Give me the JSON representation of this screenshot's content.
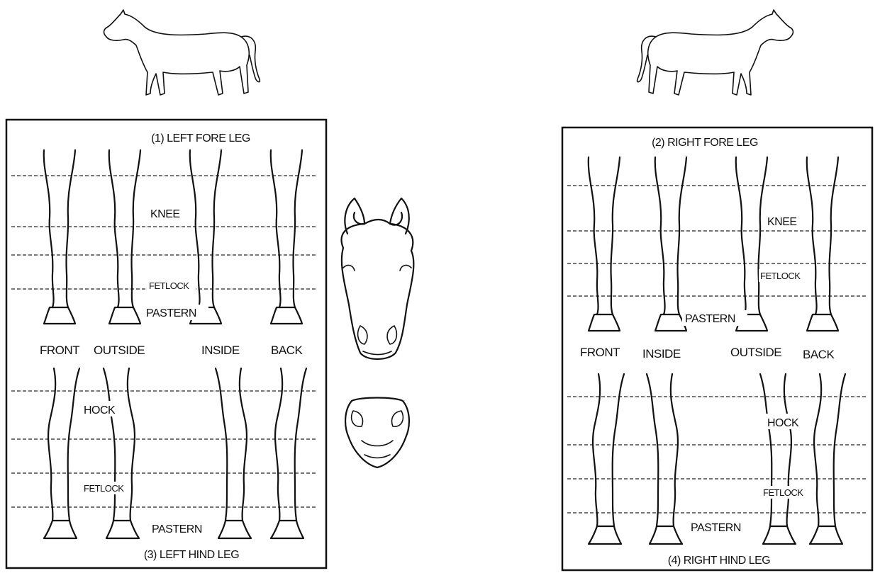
{
  "panels": {
    "left_fore": {
      "title": "(1) LEFT FORE LEG",
      "labels": {
        "knee": "KNEE",
        "fetlock": "FETLOCK",
        "pastern": "PASTERN"
      }
    },
    "right_fore": {
      "title": "(2) RIGHT FORE LEG",
      "labels": {
        "knee": "KNEE",
        "fetlock": "FETLOCK",
        "pastern": "PASTERN"
      }
    },
    "left_hind": {
      "title": "(3) LEFT  HIND LEG",
      "labels": {
        "hock": "HOCK",
        "fetlock": "FETLOCK",
        "pastern": "PASTERN"
      }
    },
    "right_hind": {
      "title": "(4) RIGHT HIND LEG",
      "labels": {
        "hock": "HOCK",
        "fetlock": "FETLOCK",
        "pastern": "PASTERN"
      }
    }
  },
  "views": {
    "left": [
      "FRONT",
      "OUTSIDE",
      "INSIDE",
      "BACK"
    ],
    "right": [
      "FRONT",
      "INSIDE",
      "OUTSIDE",
      "BACK"
    ]
  }
}
